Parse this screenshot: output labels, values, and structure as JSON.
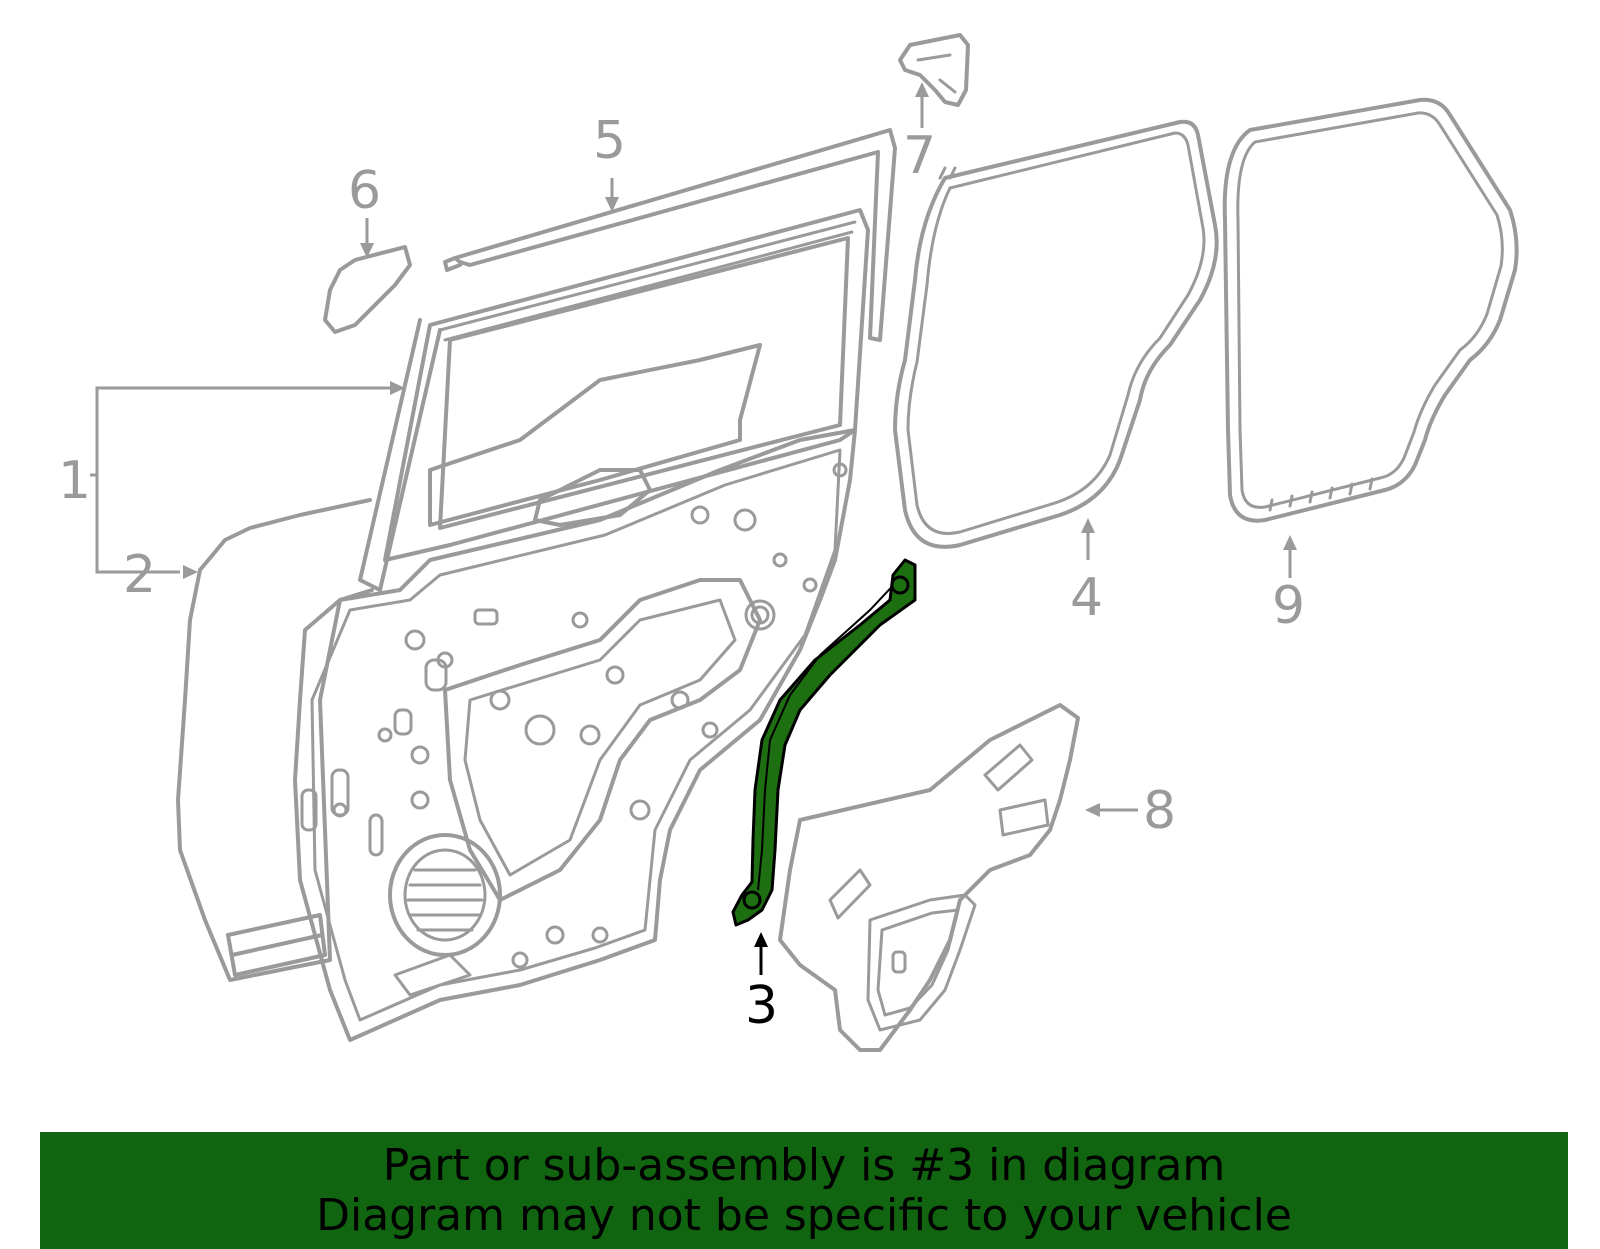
{
  "diagram": {
    "callouts": [
      "1",
      "2",
      "3",
      "4",
      "5",
      "6",
      "7",
      "8",
      "9"
    ],
    "highlight_callout": "3"
  },
  "banner": {
    "line1": "Part or sub-assembly is #3 in diagram",
    "line2": "Diagram may not be specific to your vehicle"
  },
  "colors": {
    "highlight_part": "#1e6e12",
    "banner_background": "#116511",
    "line_art": "#9a9a9a",
    "banner_text": "#000000"
  }
}
